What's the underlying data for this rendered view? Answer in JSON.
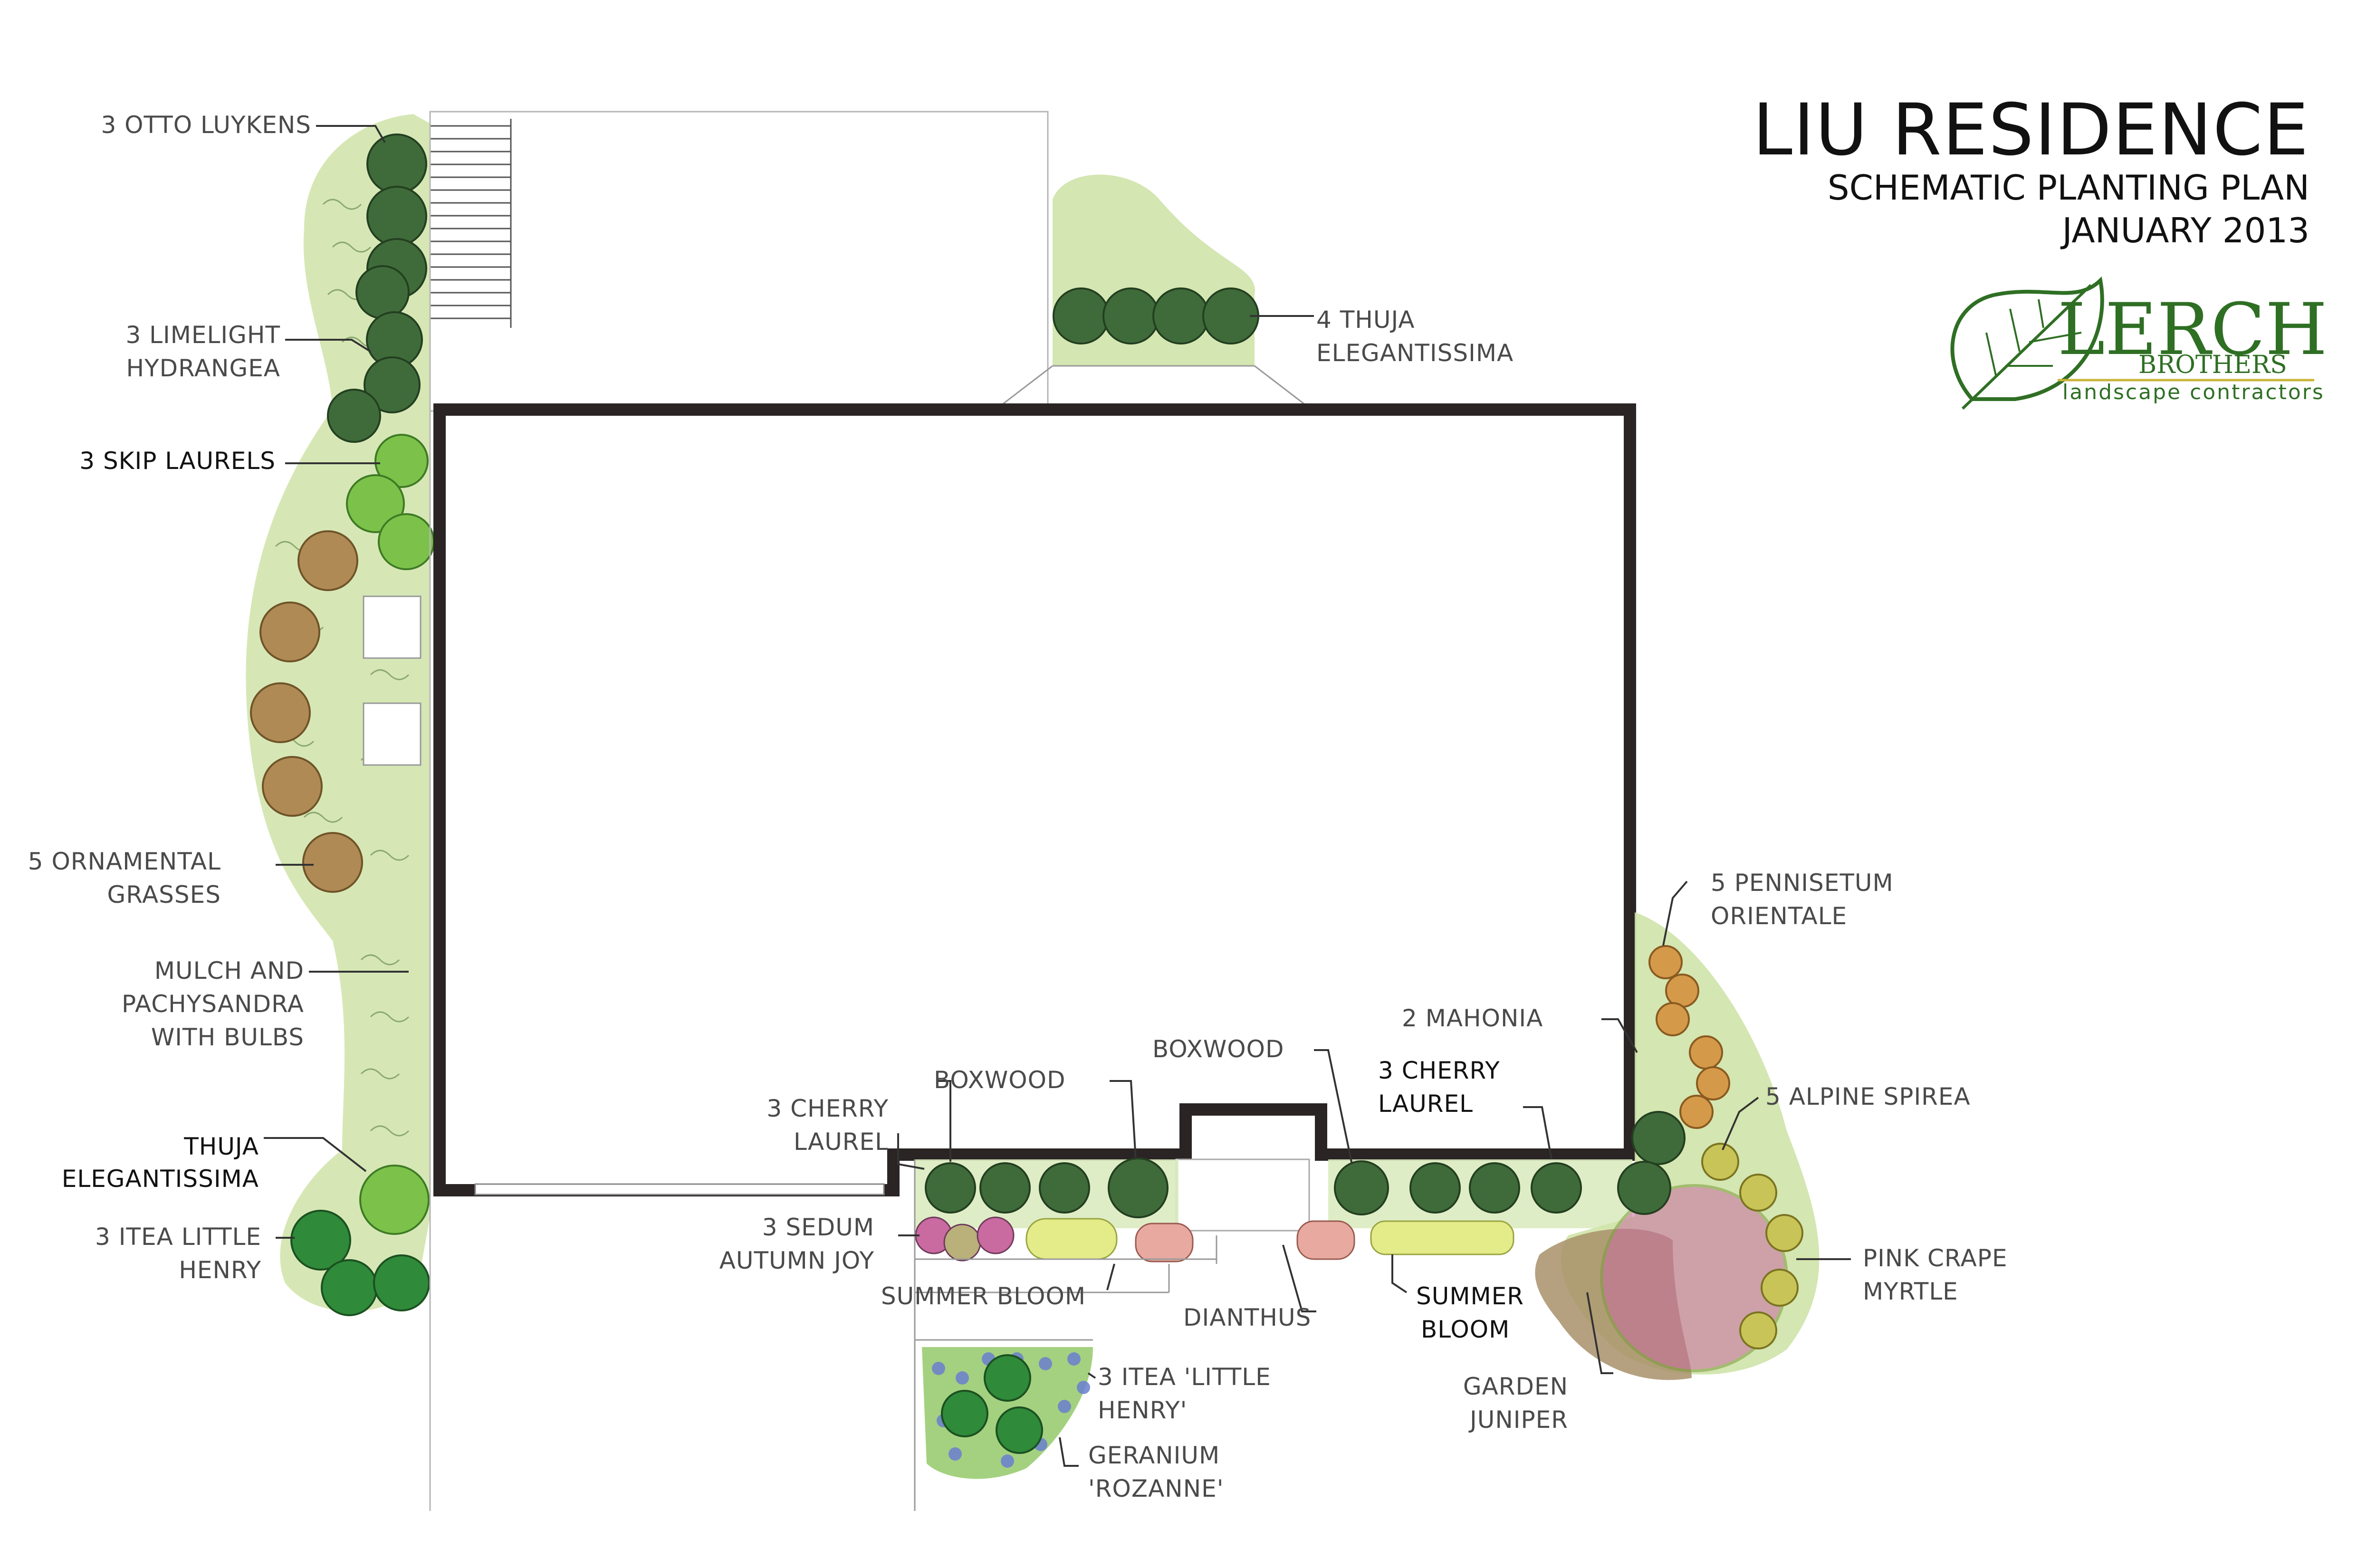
{
  "title": {
    "name": "LIU RESIDENCE",
    "subtitle": "SCHEMATIC PLANTING PLAN",
    "date": "JANUARY 2013"
  },
  "logo": {
    "wordmark": "LERCH",
    "line2": "BROTHERS",
    "tagline": "landscape contractors"
  },
  "labels": {
    "otto_luykens": "3 OTTO LUYKENS",
    "limelight_1": "3 LIMELIGHT",
    "limelight_2": "HYDRANGEA",
    "skip_laurels": "3 SKIP LAURELS",
    "ornamental_1": "5 ORNAMENTAL",
    "ornamental_2": "GRASSES",
    "mulch_1": "MULCH AND",
    "mulch_2": "PACHYSANDRA",
    "mulch_3": "WITH BULBS",
    "thuja_left_1": "THUJA",
    "thuja_left_2": "ELEGANTISSIMA",
    "itea_left_1": "3 ITEA LITTLE",
    "itea_left_2": "HENRY",
    "thuja_top_1": "4 THUJA",
    "thuja_top_2": "ELEGANTISSIMA",
    "cherry_left_1": "3 CHERRY",
    "cherry_left_2": "LAUREL",
    "boxwood_left": "BOXWOOD",
    "boxwood_right": "BOXWOOD",
    "cherry_right_1": "3 CHERRY",
    "cherry_right_2": "LAUREL",
    "mahonia": "2 MAHONIA",
    "pennisetum_1": "5 PENNISETUM",
    "pennisetum_2": "ORIENTALE",
    "alpine": "5 ALPINE SPIREA",
    "crape_1": "PINK CRAPE",
    "crape_2": "MYRTLE",
    "sedum_1": "3 SEDUM",
    "sedum_2": "AUTUMN JOY",
    "summer_left": "SUMMER BLOOM",
    "dianthus": "DIANTHUS",
    "summer_right_1": "SUMMER",
    "summer_right_2": "BLOOM",
    "juniper_1": "GARDEN",
    "juniper_2": "JUNIPER",
    "itea_bottom_1": "3 ITEA 'LITTLE",
    "itea_bottom_2": "HENRY'",
    "geranium_1": "GERANIUM",
    "geranium_2": "'ROZANNE'"
  },
  "colors": {
    "bed_green": "#cfe3a8",
    "dark_shrub": "#3f6b3a",
    "bright_shrub": "#7cc24a",
    "grass_tan": "#b08a55",
    "pennisetum_orange": "#d49a4a",
    "spirea_yellow": "#c8c458",
    "crape_pink": "#c96aa0",
    "juniper_brown": "#a8906a",
    "house_outline": "#2a2424",
    "logo_green": "#2f6f24"
  },
  "icons": {
    "logo_mark": "leaf-icon"
  }
}
